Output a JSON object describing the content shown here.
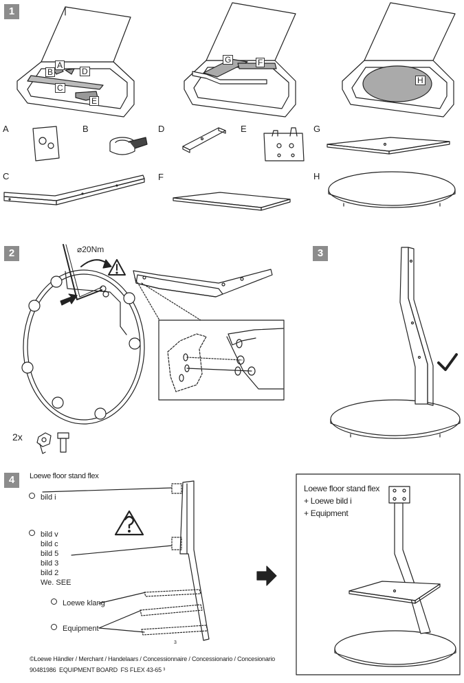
{
  "steps": [
    "1",
    "2",
    "3",
    "4"
  ],
  "box_labels": {
    "A": "A",
    "B": "B",
    "C": "C",
    "D": "D",
    "E": "E",
    "G": "G",
    "F": "F",
    "H": "H"
  },
  "parts": [
    "A",
    "B",
    "D",
    "E",
    "G",
    "C",
    "F",
    "H"
  ],
  "step2": {
    "torque": "20Nm",
    "qty": "2x"
  },
  "step4": {
    "title": "Loewe floor stand flex",
    "options": [
      {
        "label": "bild i"
      },
      {
        "label": "bild v"
      },
      {
        "label": "bild c"
      },
      {
        "label": "bild 5"
      },
      {
        "label": "bild 3"
      },
      {
        "label": "bild 2"
      },
      {
        "label": "We. SEE"
      },
      {
        "label": "Loewe klang"
      },
      {
        "label": "Equipment"
      }
    ],
    "result": {
      "line1": "Loewe floor stand flex",
      "line2": "+ Loewe bild i",
      "line3": "+ Equipment"
    },
    "tick": "3"
  },
  "footer": {
    "line1": "©Loewe Händler / Merchant / Handelaars / Concessionnaire / Concessionario / Concesionario",
    "line2": "90481986  EQUIPMENT BOARD  FS FLEX 43-65 ³"
  },
  "icons": [
    "warning-icon",
    "question-icon",
    "arrow-right-icon",
    "checkmark-icon",
    "allen-key-icon",
    "screw-icon"
  ]
}
